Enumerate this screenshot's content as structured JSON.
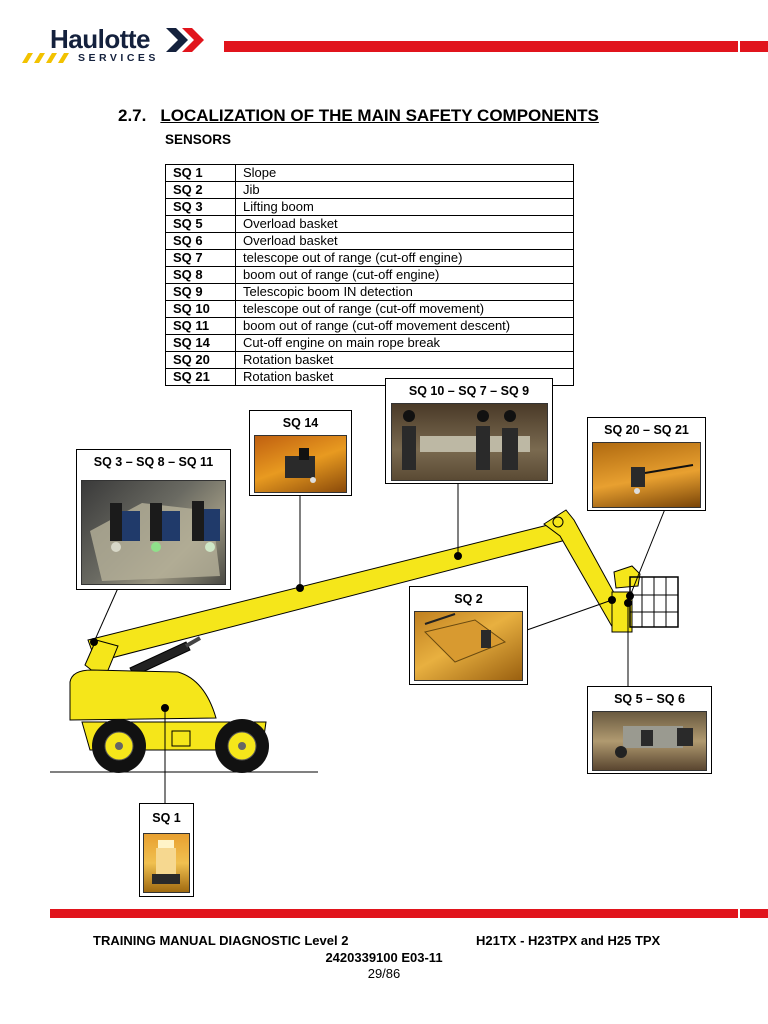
{
  "brand": {
    "name": "Haulotte",
    "sub": "SERVICES"
  },
  "section": {
    "number": "2.7.",
    "title": "LOCALIZATION  OF THE MAIN SAFETY COMPONENTS"
  },
  "subheading": "SENSORS",
  "sensors": [
    {
      "code": "SQ 1",
      "desc": "Slope"
    },
    {
      "code": "SQ 2",
      "desc": "Jib"
    },
    {
      "code": "SQ 3",
      "desc": "Lifting boom"
    },
    {
      "code": "SQ 5",
      "desc": "Overload basket"
    },
    {
      "code": "SQ 6",
      "desc": "Overload basket"
    },
    {
      "code": "SQ 7",
      "desc": "telescope out of range (cut-off engine)"
    },
    {
      "code": "SQ 8",
      "desc": "boom out of range (cut-off engine)"
    },
    {
      "code": "SQ 9",
      "desc": "Telescopic boom IN detection"
    },
    {
      "code": "SQ 10",
      "desc": "telescope out of range (cut-off movement)"
    },
    {
      "code": "SQ 11",
      "desc": "boom out of range (cut-off movement descent)"
    },
    {
      "code": "SQ 14",
      "desc": "Cut-off engine on main rope break"
    },
    {
      "code": "SQ 20",
      "desc": "Rotation basket"
    },
    {
      "code": "SQ 21",
      "desc": "Rotation basket"
    }
  ],
  "callouts": {
    "sq3_8_11": "SQ 3 – SQ 8 – SQ 11",
    "sq14": "SQ 14",
    "sq10_7_9": "SQ 10 – SQ 7 – SQ 9",
    "sq20_21": "SQ 20 – SQ 21",
    "sq2": "SQ 2",
    "sq5_6": "SQ 5 – SQ 6",
    "sq1": "SQ 1"
  },
  "colors": {
    "accent_red": "#e1141c",
    "machine_yellow": "#f5e61a",
    "brand_navy": "#14213d"
  },
  "footer": {
    "left": "TRAINING MANUAL DIAGNOSTIC Level 2",
    "right": "H21TX - H23TPX and H25 TPX",
    "ref": "2420339100 E03-11",
    "page": "29/86"
  }
}
